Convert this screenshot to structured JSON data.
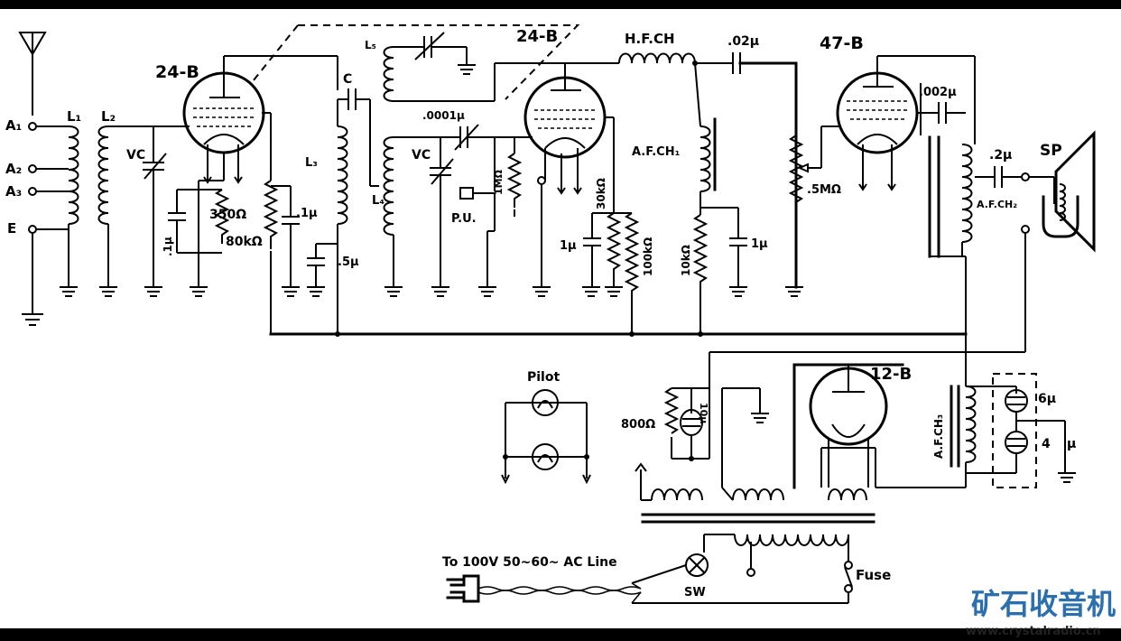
{
  "tubes": {
    "rf_tube": "24-B",
    "det_tube": "24-B",
    "power_tube": "47-B",
    "rect_tube": "12-B"
  },
  "antenna_terminals": {
    "a1": "A₁",
    "a2": "A₂",
    "a3": "A₃",
    "e": "E"
  },
  "coils": {
    "l1": "L₁",
    "l2": "L₂",
    "l3": "L₃",
    "l4": "L₄",
    "l5": "L₅"
  },
  "components": {
    "vc1": "VC",
    "vc2": "VC",
    "c_cap": "C",
    "hf_choke": "H.F.CH",
    "af_choke1": "A.F.CH₁",
    "af_choke2": "A.F.CH₂",
    "af_choke3": "A.F.CH₃",
    "cap_02": ".02μ",
    "cap_002": ".002μ",
    "cap_0001": ".0001μ",
    "cap_2": ".2μ",
    "cap_1a": ".1μ",
    "cap_1b": ".1μ",
    "cap_5": ".5μ",
    "cap_1c": "1μ",
    "cap_1d": "1μ",
    "cap_10": "10μ",
    "cap_6": "6μ",
    "cap_4": "4",
    "cap_4_unit": "μ",
    "res_350": "350Ω",
    "res_80k": "80kΩ",
    "res_1m": "1MΩ",
    "res_30k": "30kΩ",
    "res_100k": "100kΩ",
    "res_10k": "10kΩ",
    "res_5m": ".5MΩ",
    "res_800": "800Ω",
    "pickup": "P.U.",
    "speaker": "SP",
    "pilot": "Pilot",
    "switch": "SW",
    "fuse": "Fuse",
    "ac_line": "To 100V 50~60~ AC Line"
  },
  "watermark": {
    "cn_text": "矿石收音机",
    "url": "www.crystalradio.cn",
    "color": "#2b6fae"
  }
}
